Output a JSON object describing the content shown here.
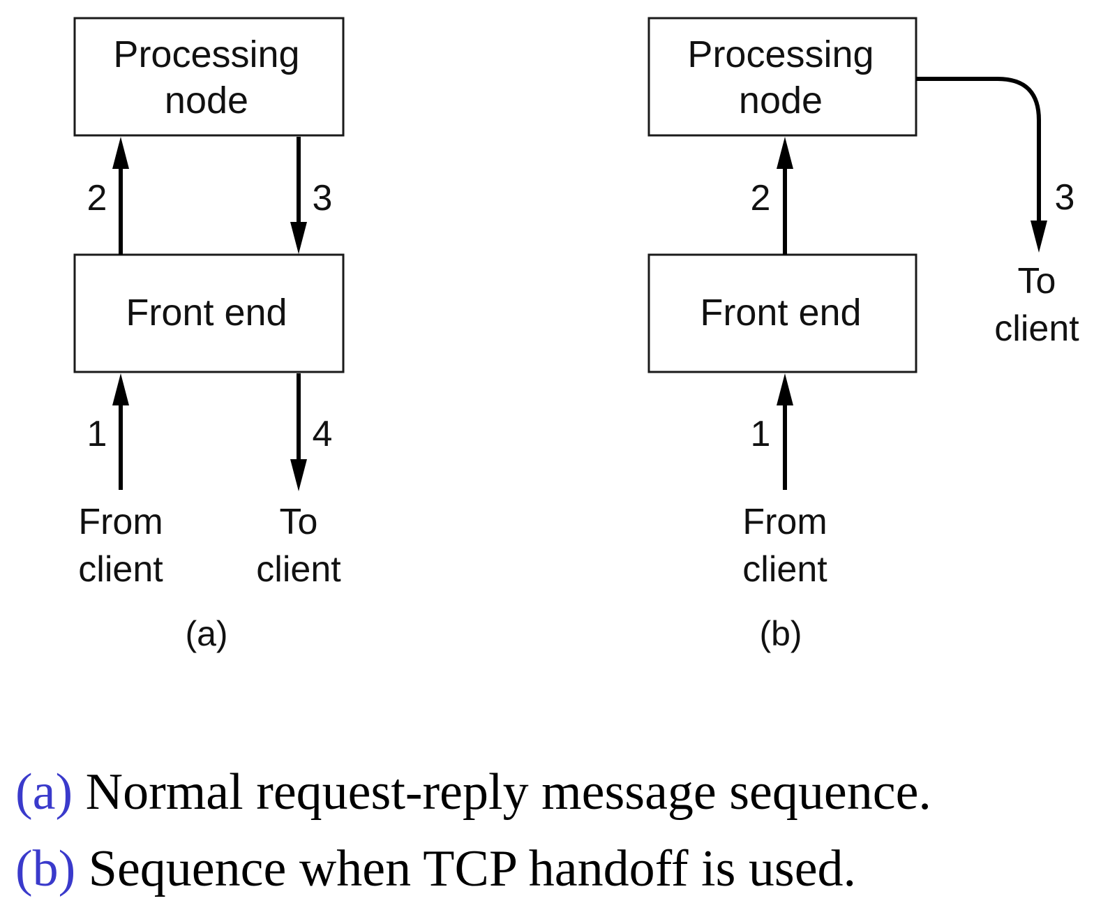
{
  "panel_a": {
    "processing_node_lines": [
      "Processing",
      "node"
    ],
    "front_end": "Front end",
    "steps": [
      "1",
      "2",
      "3",
      "4"
    ],
    "from_client_lines": [
      "From",
      "client"
    ],
    "to_client_lines": [
      "To",
      "client"
    ],
    "label": "(a)"
  },
  "panel_b": {
    "processing_node_lines": [
      "Processing",
      "node"
    ],
    "front_end": "Front end",
    "steps": [
      "1",
      "2",
      "3"
    ],
    "from_client_lines": [
      "From",
      "client"
    ],
    "to_client_lines": [
      "To",
      "client"
    ],
    "label": "(b)"
  },
  "captions": {
    "a": {
      "tag": "(a)",
      "text": "Normal request-reply message sequence."
    },
    "b": {
      "tag": "(b)",
      "text": "Sequence when TCP handoff is used."
    }
  },
  "colors": {
    "caption_tag": "#3a3acb",
    "lines": "#000000"
  }
}
